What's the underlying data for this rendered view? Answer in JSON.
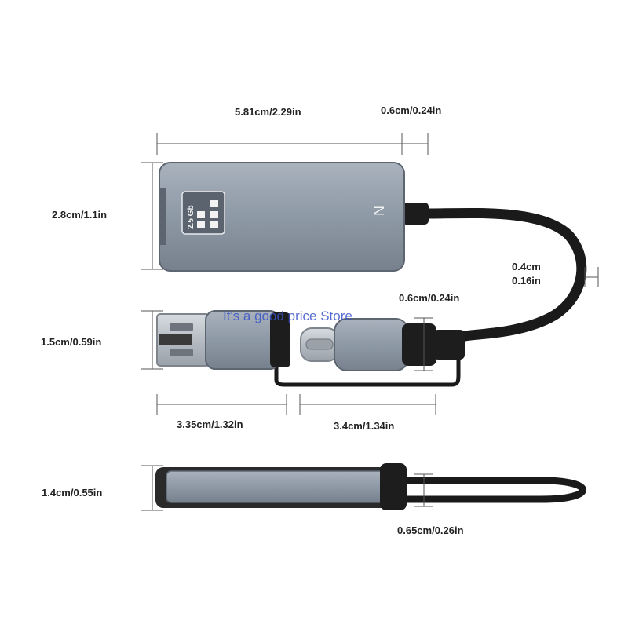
{
  "watermark": "It's a good price Store",
  "badge": {
    "speed": "2.5 Gb"
  },
  "device_mark": "N",
  "dimensions": {
    "adapter_length": "5.81cm/2.29in",
    "cable_neck_length": "0.6cm/0.24in",
    "adapter_width": "2.8cm/1.1in",
    "cable_diameter_cm": "0.4cm",
    "cable_diameter_in": "0.16in",
    "usbc_neck": "0.6cm/0.24in",
    "plug_height": "1.5cm/0.59in",
    "usba_length": "3.35cm/1.32in",
    "usbc_length": "3.4cm/1.34in",
    "side_height": "1.4cm/0.55in",
    "side_cable_thickness": "0.65cm/0.26in"
  },
  "colors": {
    "metal": "#8e99a6",
    "metal_dark": "#5c6570",
    "cable": "#1a1a1a",
    "dimension_line": "#555555"
  }
}
